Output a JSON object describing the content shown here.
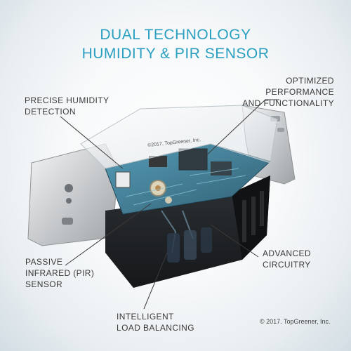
{
  "title": {
    "line1": "DUAL TECHNOLOGY",
    "line2": "HUMIDITY & PIR SENSOR"
  },
  "callouts": {
    "humidity": {
      "line1": "PRECISE HUMIDITY",
      "line2": "DETECTION"
    },
    "performance": {
      "line1": "OPTIMIZED PERFORMANCE",
      "line2": "AND FUNCTIONALITY"
    },
    "pir": {
      "line1": "PASSIVE",
      "line2": "INFRARED (PIR)",
      "line3": "SENSOR"
    },
    "circuitry": {
      "line1": "ADVANCED",
      "line2": "CIRCUITRY"
    },
    "load": {
      "line1": "INTELLIGENT",
      "line2": "LOAD BALANCING"
    }
  },
  "cover_text": "©2017, TopGreener, Inc.",
  "copyright": "© 2017. TopGreener, Inc.",
  "colors": {
    "title": "#2a9fc0",
    "label": "#3b3b3b",
    "pcb": "#1f5f78",
    "housing": "#1e2124"
  }
}
